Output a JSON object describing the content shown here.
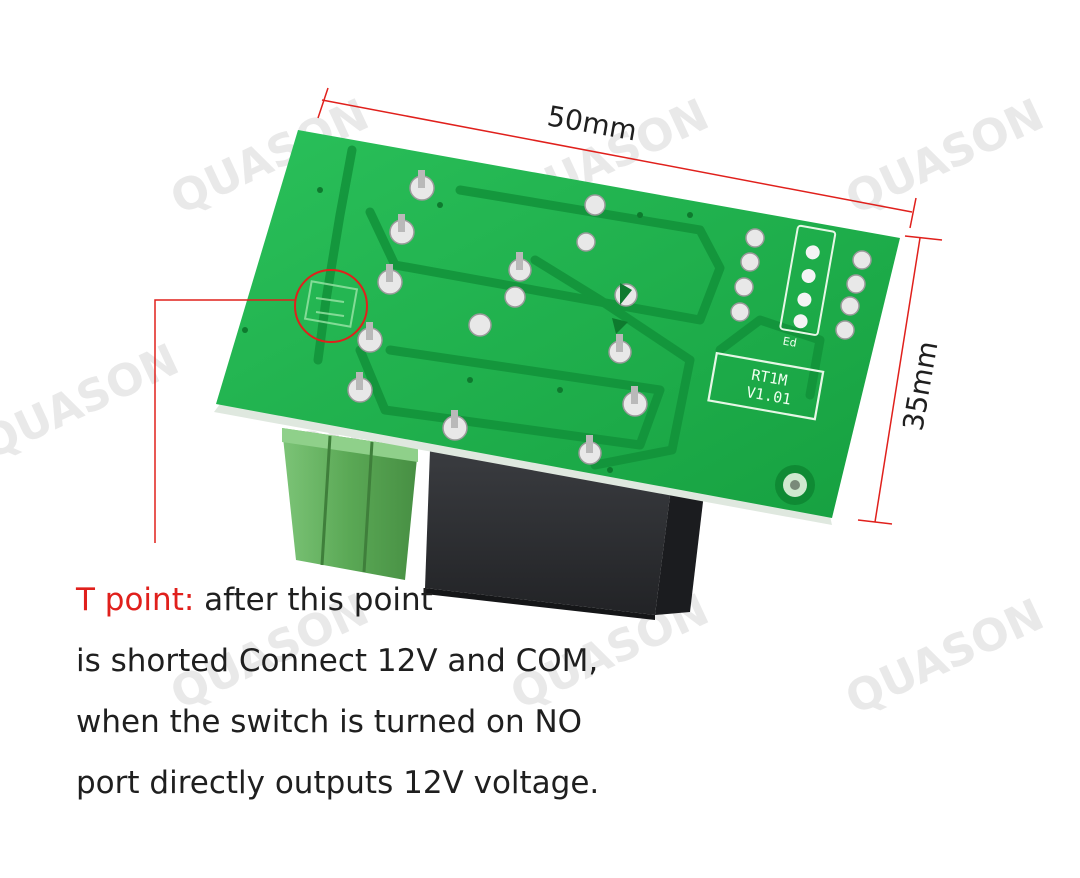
{
  "image": {
    "watermark": "QUASON",
    "dimensions": {
      "width_label": "50mm",
      "height_label": "35mm"
    },
    "board": {
      "marking_line1": "RT1M",
      "marking_line2": "V1.01",
      "pin_mark": "Ed"
    },
    "caption": {
      "highlight": "T point:",
      "line1_rest": " after this point",
      "line2": "is shorted Connect 12V and COM,",
      "line3": "when the switch is turned on NO",
      "line4": "port directly outputs 12V voltage."
    },
    "colors": {
      "pcb": "#1fb34a",
      "annotation": "#e0201c",
      "relay": "#2e3034",
      "terminal": "#5fae5a"
    }
  }
}
